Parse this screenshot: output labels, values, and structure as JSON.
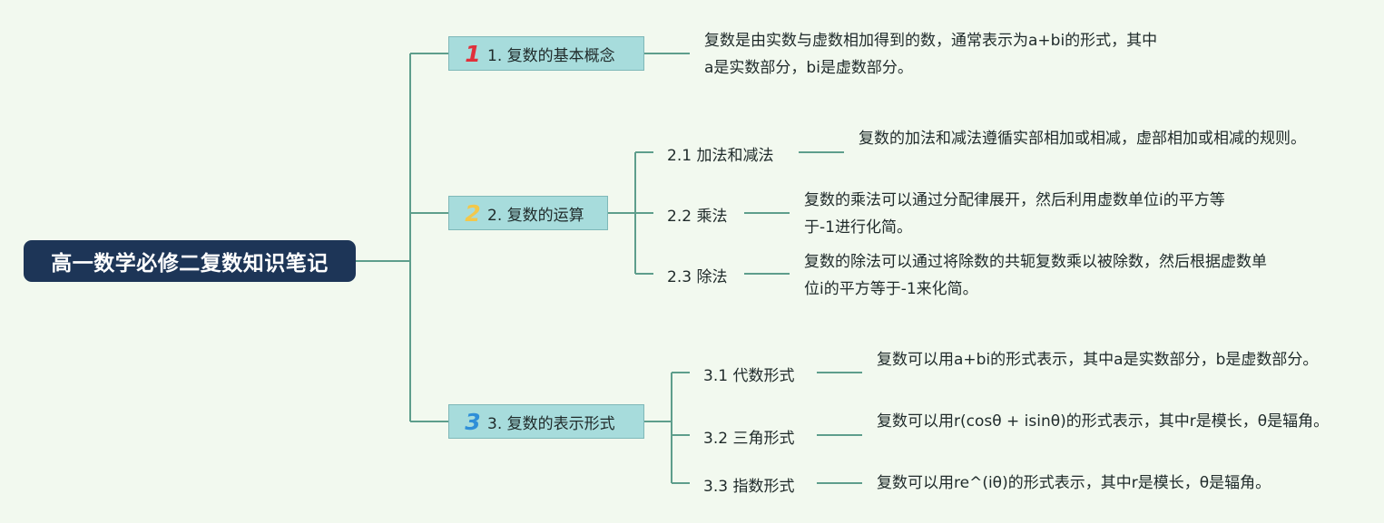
{
  "mindmap": {
    "root": "高一数学必修二复数知识笔记",
    "branches": [
      {
        "number": "1",
        "number_color": "#e0303b",
        "label": "1. 复数的基本概念",
        "description": "复数是由实数与虚数相加得到的数，通常表示为a+bi的形式，其中a是实数部分，bi是虚数部分。"
      },
      {
        "number": "2",
        "number_color": "#f2c84b",
        "label": "2. 复数的运算",
        "children": [
          {
            "label": "2.1 加法和减法",
            "description": "复数的加法和减法遵循实部相加或相减，虚部相加或相减的规则。"
          },
          {
            "label": "2.2 乘法",
            "description": "复数的乘法可以通过分配律展开，然后利用虚数单位i的平方等于-1进行化简。"
          },
          {
            "label": "2.3 除法",
            "description": "复数的除法可以通过将除数的共轭复数乘以被除数，然后根据虚数单位i的平方等于-1来化简。"
          }
        ]
      },
      {
        "number": "3",
        "number_color": "#2f8fd8",
        "label": "3. 复数的表示形式",
        "children": [
          {
            "label": "3.1 代数形式",
            "description": "复数可以用a+bi的形式表示，其中a是实数部分，b是虚数部分。"
          },
          {
            "label": "3.2 三角形式",
            "description": "复数可以用r(cosθ + isinθ)的形式表示，其中r是模长，θ是辐角。"
          },
          {
            "label": "3.3 指数形式",
            "description": "复数可以用re^(iθ)的形式表示，其中r是模长，θ是辐角。"
          }
        ]
      }
    ]
  },
  "colors": {
    "background": "#f2f9ef",
    "root_fill": "#1d3557",
    "branch_fill": "#a7dcdc",
    "connector": "#5e9e8c"
  }
}
